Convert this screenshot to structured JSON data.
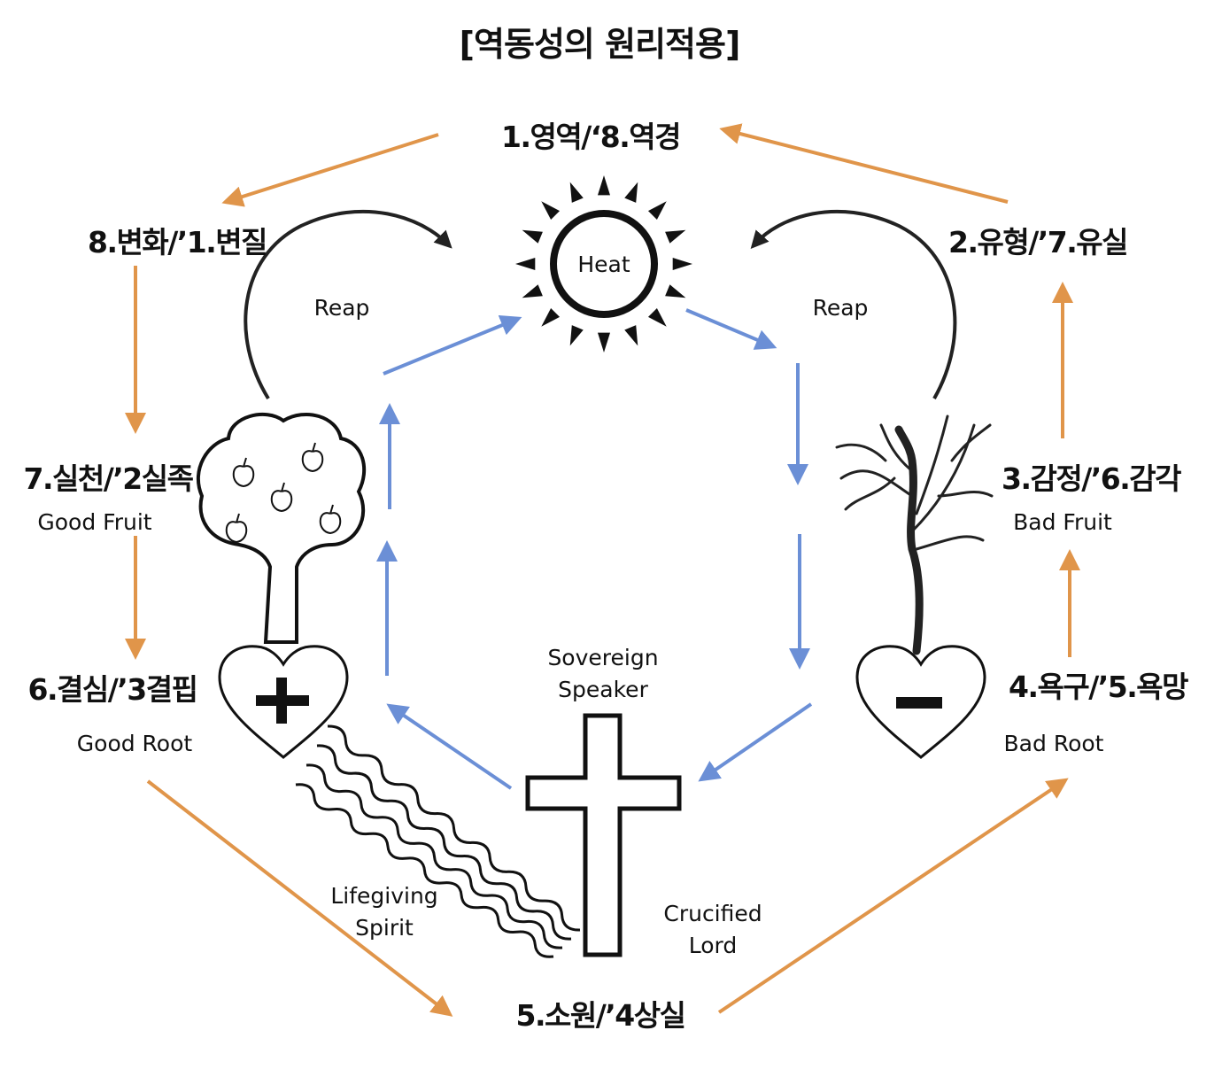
{
  "title": "[역동성의 원리적용]",
  "nodes": {
    "top": "1.영역/‘8.역경",
    "upper_left": "8.변화/’1.변질",
    "upper_right": "2.유형/’7.유실",
    "mid_left": "7.실천/’2실족",
    "mid_right": "3.감정/’6.감각",
    "lower_left": "6.결심/’3결핍",
    "lower_right": "4.욕구/’5.욕망",
    "bottom": "5.소원/’4상실"
  },
  "labels": {
    "heat": "Heat",
    "reap_left": "Reap",
    "reap_right": "Reap",
    "good_fruit": "Good Fruit",
    "bad_fruit": "Bad Fruit",
    "good_root": "Good Root",
    "bad_root": "Bad Root",
    "sovereign": "Sovereign",
    "speaker": "Speaker",
    "lifegiving": "Lifegiving",
    "spirit": "Spirit",
    "crucified": "Crucified",
    "lord": "Lord"
  },
  "colors": {
    "orange": "#e0954a",
    "blue": "#6b8fd6",
    "ink": "#111111"
  }
}
